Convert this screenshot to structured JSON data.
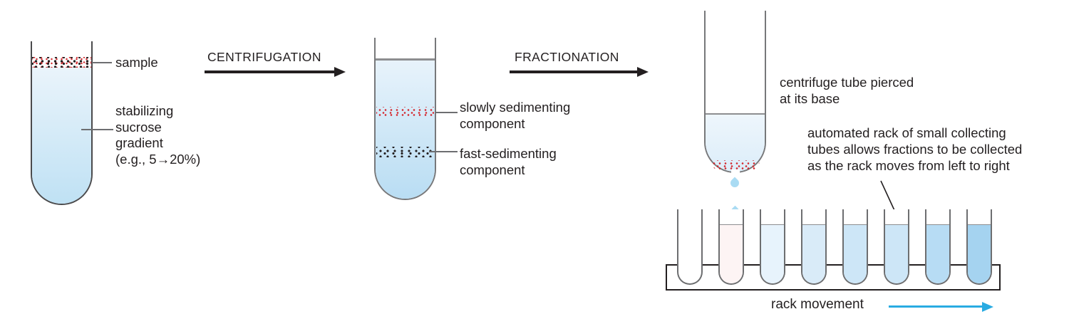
{
  "colors": {
    "ink": "#231f20",
    "wall": "#77787a",
    "wall-dark": "#4a4a4c",
    "red": "#d4262c",
    "black-dot": "#231f20",
    "cyan": "#29abe2",
    "meniscus": "#8d8e90",
    "liquid-top": "#eaf4fb",
    "liquid-bottom": "#bfe1f4",
    "mid-top": "#e8f3fb",
    "mid-bottom": "#b9ddf3",
    "pale-top": "#eef6fc",
    "pale-bottom": "#dcedf9",
    "drop": "#a9dbf3"
  },
  "stage1": {
    "sample_label": "sample",
    "gradient_label": "stabilizing\nsucrose\ngradient\n(e.g., 5→20%)"
  },
  "steps": {
    "centrifugation_label": "CENTRIFUGATION",
    "fractionation_label": "FRACTIONATION"
  },
  "stage2": {
    "slow_label": "slowly sedimenting\ncomponent",
    "fast_label": "fast-sedimenting\ncomponent"
  },
  "stage3": {
    "pierced_label": "centrifuge tube pierced\nat its base",
    "rack_note": "automated rack of small collecting\ntubes allows fractions to be collected\nas the rack moves from left to right"
  },
  "rack": {
    "movement_label": "rack movement",
    "tube_count": 8,
    "tubes": [
      {
        "name": "fraction-1",
        "fill": null,
        "pattern": "none"
      },
      {
        "name": "fraction-2",
        "fill": "#fdf4f4",
        "pattern": "red-dots"
      },
      {
        "name": "fraction-3",
        "fill": "#e7f3fc",
        "pattern": "none"
      },
      {
        "name": "fraction-4",
        "fill": "#d9ebf8",
        "pattern": "none"
      },
      {
        "name": "fraction-5",
        "fill": "#cde6f7",
        "pattern": "none"
      },
      {
        "name": "fraction-6",
        "fill": "#cde6f7",
        "pattern": "black-dots"
      },
      {
        "name": "fraction-7",
        "fill": "#b7dcf4",
        "pattern": "none"
      },
      {
        "name": "fraction-8",
        "fill": "#a5d3f0",
        "pattern": "none"
      }
    ]
  }
}
